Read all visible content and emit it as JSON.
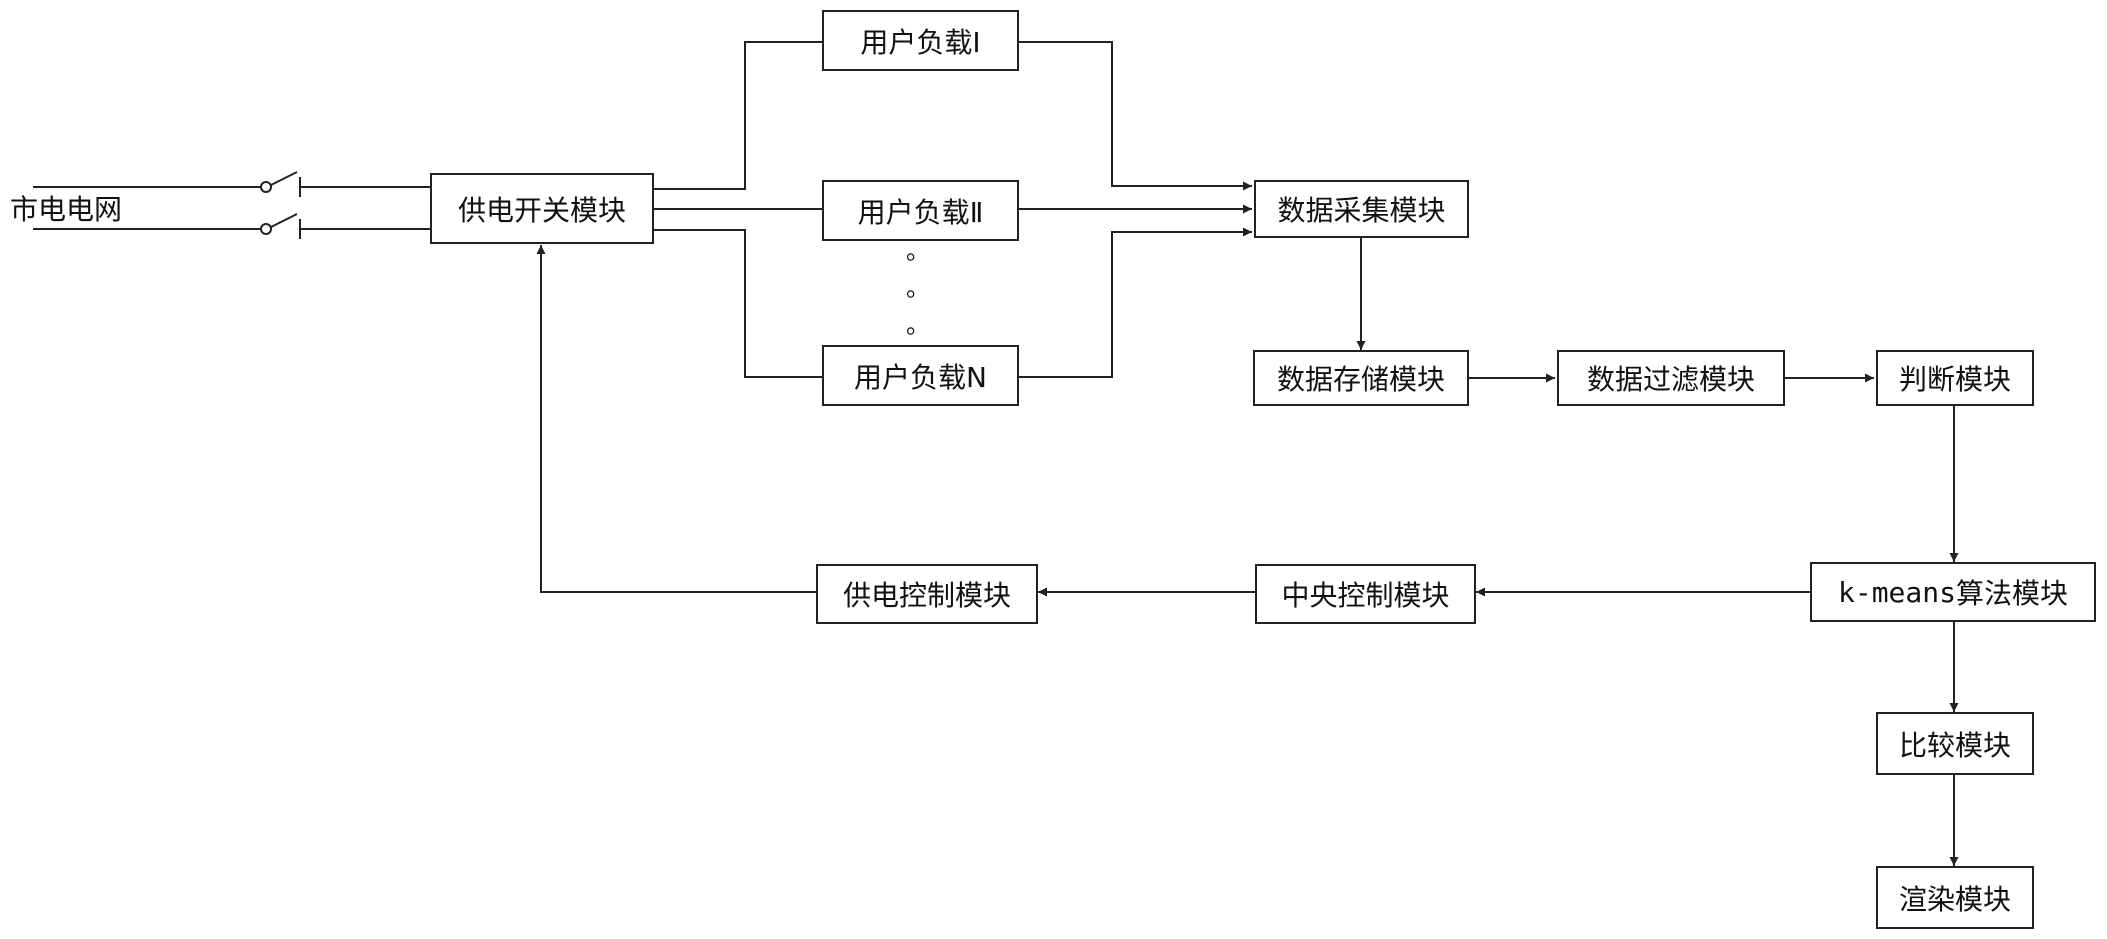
{
  "grid": {
    "label": "市电电网"
  },
  "blocks": {
    "power_switch": "供电开关模块",
    "load_1": "用户负载Ⅰ",
    "load_2": "用户负载Ⅱ",
    "load_n": "用户负载N",
    "data_collection": "数据采集模块",
    "data_storage": "数据存储模块",
    "data_filter": "数据过滤模块",
    "judgment": "判断模块",
    "kmeans_prefix": "k-means",
    "kmeans_suffix": "算法模块",
    "comparison": "比较模块",
    "rendering": "渲染模块",
    "central_control": "中央控制模块",
    "power_control": "供电控制模块"
  },
  "ellipsis": [
    "。",
    "。",
    "。"
  ],
  "colors": {
    "line": "#222222",
    "text": "#111111",
    "background": "#ffffff"
  }
}
